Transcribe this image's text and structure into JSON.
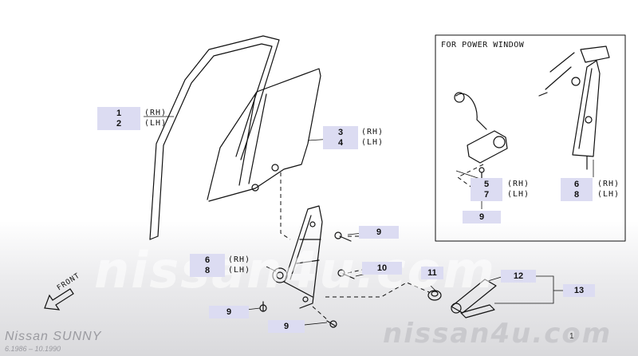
{
  "inset_title": "FOR POWER WINDOW",
  "front_label": "FRONT",
  "watermark_center": "nissan4u.com",
  "watermark_corner": "nissan4u.com",
  "brand": "Nissan SUNNY",
  "years": "6.1986 – 10.1990",
  "page_mark": "1",
  "callouts": {
    "c1": "1",
    "c2": "2",
    "c3": "3",
    "c4": "4",
    "c5": "5",
    "c6a": "6",
    "c6b": "6",
    "c7": "7",
    "c8a": "8",
    "c8b": "8",
    "c9a": "9",
    "c9b": "9",
    "c9c": "9",
    "c9d": "9",
    "c10": "10",
    "c11": "11",
    "c12": "12",
    "c13": "13"
  },
  "sides": {
    "rh": "(RH)",
    "lh": "(LH)"
  }
}
